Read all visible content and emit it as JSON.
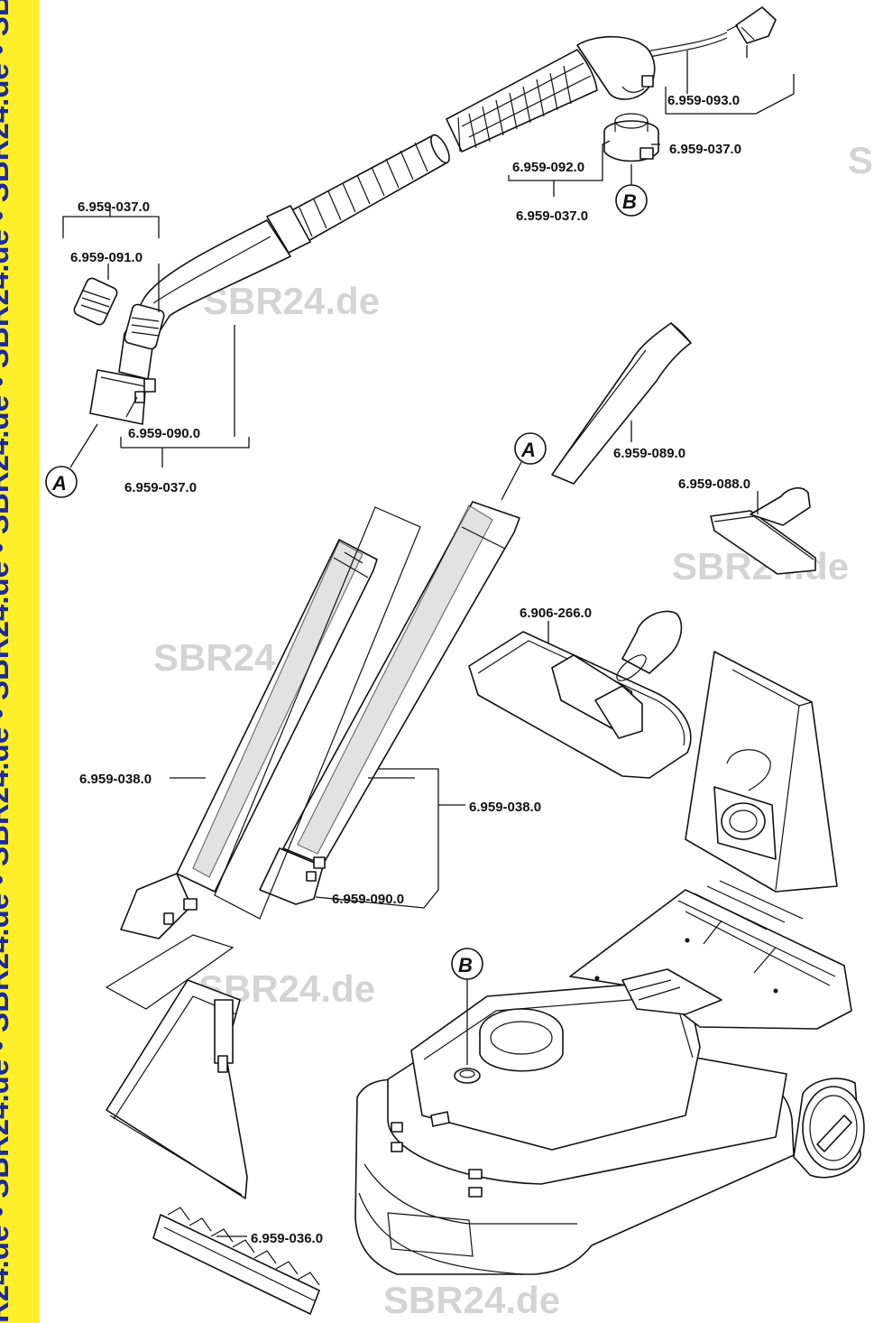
{
  "sidebar": {
    "text": "R24.de • SBR24.de • SBR24.de • SBR24.de • SBR24.de • SBR24.de • SBR24.de • SBR24.de • SBR24",
    "bg_color": "#ffef2a",
    "text_color": "#1b2a9c"
  },
  "watermark": "SBR24.de",
  "callouts": {
    "a": "A",
    "b": "B"
  },
  "labels": {
    "p1": "6.959-093.0",
    "p2": "6.959-037.0",
    "p3": "6.959-092.0",
    "p4": "6.959-037.0",
    "p5": "6.959-037.0",
    "p6": "6.959-091.0",
    "p7": "6.959-090.0",
    "p8": "6.959-037.0",
    "p9": "6.959-089.0",
    "p10": "6.959-088.0",
    "p11": "6.906-266.0",
    "p12": "6.959-038.0",
    "p13": "6.959-038.0",
    "p14": "6.959-090.0",
    "p15": "6.959-036.0"
  }
}
